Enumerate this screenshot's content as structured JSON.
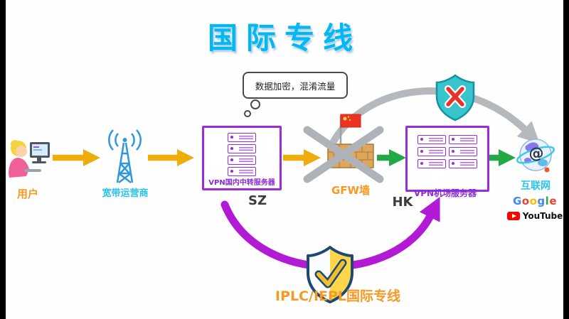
{
  "diagram": {
    "title": "国际专线",
    "thought_bubble": "数据加密，混淆流量",
    "nodes": {
      "user": {
        "label": "用户"
      },
      "isp": {
        "label": "宽带运营商"
      },
      "relay": {
        "label": "VPN国内中转服务器",
        "city": "SZ",
        "server_count": 4
      },
      "gfw": {
        "label": "GFW墙"
      },
      "airport": {
        "label": "VPN机场服务器",
        "city": "HK",
        "server_count": 6
      },
      "internet": {
        "label": "互联网",
        "at_glyph": "@"
      }
    },
    "routes": {
      "blocked": {
        "icon": "shield-x-icon"
      },
      "dedicated": {
        "label": "IPLC/IEPL国际专线",
        "icon": "shield-check-icon"
      }
    },
    "brands": {
      "google": {
        "letters": [
          {
            "t": "G",
            "c": "#4285F4"
          },
          {
            "t": "o",
            "c": "#EA4335"
          },
          {
            "t": "o",
            "c": "#FBBC05"
          },
          {
            "t": "g",
            "c": "#4285F4"
          },
          {
            "t": "l",
            "c": "#34A853"
          },
          {
            "t": "e",
            "c": "#EA4335"
          }
        ]
      },
      "youtube": {
        "label": "YouTube"
      }
    },
    "colors": {
      "title_cyan": "#00b9f2",
      "label_orange": "#f59a23",
      "label_cyan": "#29c3ec",
      "box_purple": "#9c2bdb",
      "arrow_yellow": "#eead0d",
      "arrow_green": "#23a845",
      "arrow_purple": "#b31ad6",
      "arrow_gray": "#b5b9be",
      "blocked_red": "#e8322a",
      "wall_tan": "#dca75c"
    }
  }
}
